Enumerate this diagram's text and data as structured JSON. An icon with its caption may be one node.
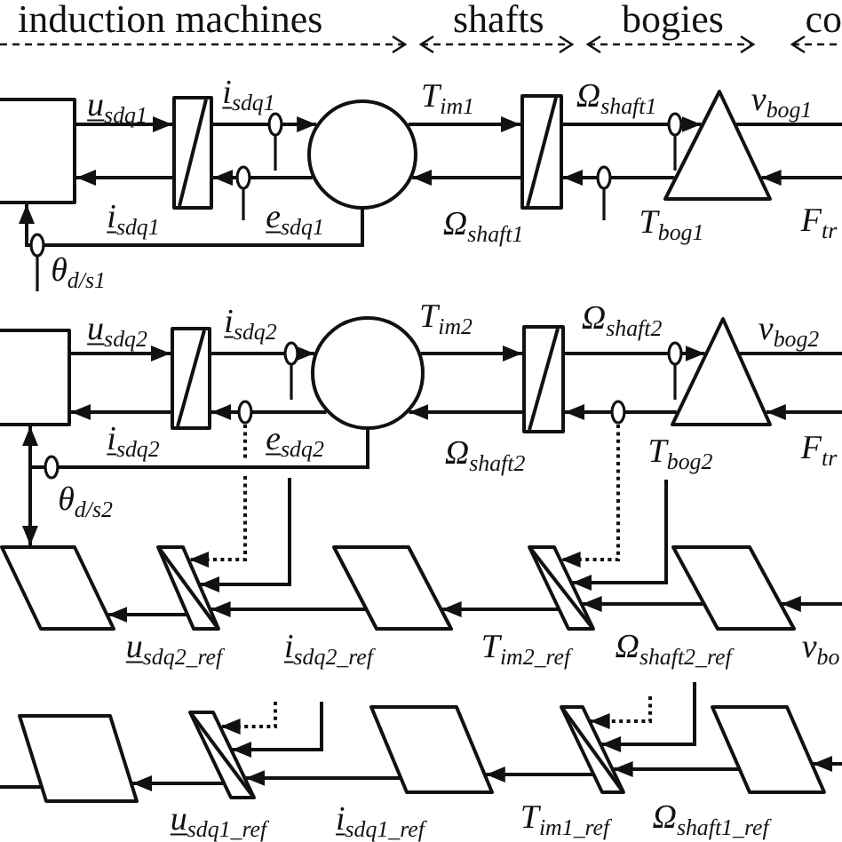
{
  "diagram": {
    "nodes": [
      {
        "text": [],
        "shape": "box"
      },
      {
        "text": [],
        "shape": "box"
      },
      {
        "text": [],
        "shape": "circle"
      },
      {
        "text": [],
        "shape": "box"
      },
      {
        "text": [],
        "shape": "triangle"
      },
      {
        "text": [],
        "shape": "box"
      },
      {
        "text": [],
        "shape": "box"
      },
      {
        "text": [],
        "shape": "circle"
      },
      {
        "text": [],
        "shape": "box"
      },
      {
        "text": [],
        "shape": "triangle"
      },
      {
        "text": [],
        "shape": "parallelogram"
      },
      {
        "text": [],
        "shape": "parallelogram"
      },
      {
        "text": [],
        "shape": "parallelogram"
      },
      {
        "text": [],
        "shape": "parallelogram"
      },
      {
        "text": [],
        "shape": "parallelogram"
      },
      {
        "text": [],
        "shape": "parallelogram"
      },
      {
        "text": [],
        "shape": "parallelogram"
      },
      {
        "text": [],
        "shape": "parallelogram"
      },
      {
        "text": [],
        "shape": "parallelogram"
      },
      {
        "text": [],
        "shape": "parallelogram"
      }
    ],
    "edges": [
      {
        "from": 0,
        "to": 1,
        "arrow": "to",
        "label": "u$_{sdq1}$"
      },
      {
        "from": 1,
        "to": 2,
        "arrow": "to",
        "label": "i$_{sdq1}$"
      },
      {
        "from": 1,
        "to": 0,
        "arrow": "to",
        "label": "i$_{sdq1}$"
      },
      {
        "from": 2,
        "to": 1,
        "arrow": "to",
        "label": "e$_{sdq1}$"
      },
      {
        "from": 2,
        "to": 3,
        "arrow": "to",
        "label": "T$_{im1}$"
      },
      {
        "from": 3,
        "to": 2,
        "arrow": "to",
        "label": "Ω$_{shaft1}$"
      },
      {
        "from": 3,
        "to": 4,
        "arrow": "to",
        "label": "Ω$_{shaft1}$"
      },
      {
        "from": 4,
        "to": 3,
        "arrow": "to",
        "label": "T$_{bog1}$"
      },
      {
        "from": 4,
        "to": null,
        "arrow": "none",
        "label": "v$_{bog1}$"
      },
      {
        "from": null,
        "to": 4,
        "arrow": "to",
        "label": "F$_{tr}$"
      },
      {
        "from": 2,
        "to": 0,
        "arrow": "to",
        "label": "θ$_{d/s1}$"
      },
      {
        "from": 5,
        "to": 6,
        "arrow": "to",
        "label": "u$_{sdq2}$"
      },
      {
        "from": 6,
        "to": 7,
        "arrow": "to",
        "label": "i$_{sdq2}$"
      },
      {
        "from": 6,
        "to": 5,
        "arrow": "to",
        "label": "i$_{sdq2}$"
      },
      {
        "from": 7,
        "to": 6,
        "arrow": "to",
        "label": "e$_{sdq2}$"
      },
      {
        "from": 7,
        "to": 8,
        "arrow": "to",
        "label": "T$_{im2}$"
      },
      {
        "from": 8,
        "to": 7,
        "arrow": "to",
        "label": "Ω$_{shaft2}$"
      },
      {
        "from": 8,
        "to": 9,
        "arrow": "to",
        "label": "Ω$_{shaft2}$"
      },
      {
        "from": 9,
        "to": 8,
        "arrow": "to",
        "label": "T$_{bog2}$"
      },
      {
        "from": 9,
        "to": null,
        "arrow": "none",
        "label": "v$_{bog2}$"
      },
      {
        "from": null,
        "to": 9,
        "arrow": "to",
        "label": "F$_{tr}$"
      },
      {
        "from": 7,
        "to": 5,
        "arrow": "to"
      },
      {
        "from": 7,
        "to": 10,
        "arrow": "to",
        "label": "θ$_{d/s2}$"
      },
      {
        "from": null,
        "to": 11,
        "arrow": "to",
        "style": "dashed"
      },
      {
        "from": null,
        "to": 11,
        "arrow": "to"
      },
      {
        "from": 12,
        "to": 11,
        "arrow": "to",
        "label": "i$_{sdq2_ref}$"
      },
      {
        "from": 11,
        "to": 10,
        "arrow": "to",
        "label": "u$_{sdq2_ref}$"
      },
      {
        "from": null,
        "to": 13,
        "arrow": "to",
        "style": "dashed"
      },
      {
        "from": null,
        "to": 13,
        "arrow": "to"
      },
      {
        "from": 14,
        "to": 13,
        "arrow": "to",
        "label": "Ω$_{shaft2_ref}$"
      },
      {
        "from": 13,
        "to": 12,
        "arrow": "to",
        "label": "T$_{im2_ref}$"
      },
      {
        "from": null,
        "to": 14,
        "arrow": "to",
        "label": "v$_{bo}$"
      },
      {
        "from": 15,
        "to": null,
        "arrow": "none"
      },
      {
        "from": null,
        "to": 16,
        "arrow": "to",
        "style": "dashed"
      },
      {
        "from": null,
        "to": 16,
        "arrow": "to"
      },
      {
        "from": 17,
        "to": 16,
        "arrow": "to",
        "label": "i$_{sdq1_ref}$"
      },
      {
        "from": 16,
        "to": 15,
        "arrow": "to",
        "label": "u$_{sdq1_ref}$"
      },
      {
        "from": null,
        "to": 18,
        "arrow": "to",
        "style": "dashed"
      },
      {
        "from": null,
        "to": 18,
        "arrow": "to"
      },
      {
        "from": 19,
        "to": 18,
        "arrow": "to",
        "label": "Ω$_{shaft1_ref}$"
      },
      {
        "from": 18,
        "to": 17,
        "arrow": "to",
        "label": "T$_{im1_ref}$"
      },
      {
        "from": null,
        "to": 19,
        "arrow": "to"
      }
    ],
    "labels": [
      "induction machines",
      "shafts",
      "bogies",
      "co"
    ]
  }
}
